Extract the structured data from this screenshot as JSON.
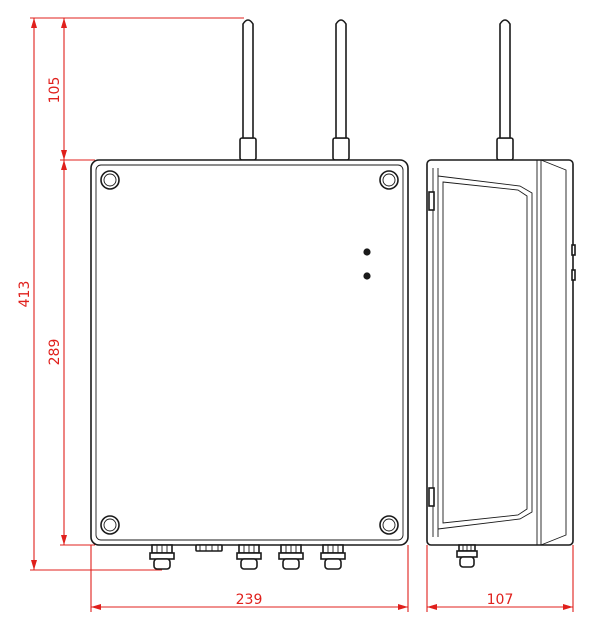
{
  "colors": {
    "dimension": "#e0201c",
    "outline": "#1a1a1a",
    "background": "#ffffff"
  },
  "dimensions": {
    "total_height": "413",
    "antenna_height": "105",
    "body_height": "289",
    "front_width": "239",
    "side_depth": "107"
  }
}
